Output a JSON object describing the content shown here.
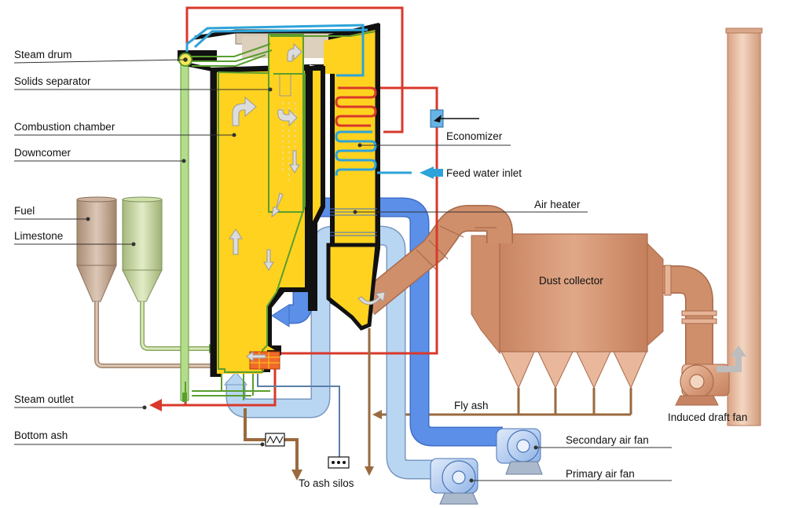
{
  "labels": {
    "steam_drum": "Steam drum",
    "solids_separator": "Solids separator",
    "combustion_chamber": "Combustion chamber",
    "downcomer": "Downcomer",
    "fuel": "Fuel",
    "limestone": "Limestone",
    "steam_outlet": "Steam outlet",
    "bottom_ash": "Bottom ash",
    "to_ash_silos": "To ash silos",
    "economizer": "Economizer",
    "feed_water_inlet": "Feed water inlet",
    "air_heater": "Air heater",
    "dust_collector": "Dust collector",
    "fly_ash": "Fly ash",
    "secondary_air_fan": "Secondary air  fan",
    "primary_air_fan": "Primary air  fan",
    "induced_draft_fan": "Induced draft fan"
  },
  "colors": {
    "furnace_fill": "#ffd21f",
    "furnace_outline": "#111111",
    "water_tube_green": "#5a9e2e",
    "downcomer_light_green": "#b4dc8c",
    "steam_line_red": "#d9382b",
    "cold_air_light_blue": "#b8d6f2",
    "secondary_air_blue": "#5b8fe8",
    "flue_duct_copper": "#cf8a62",
    "ash_brown": "#9a6a3e",
    "stack_tan": "#e8c0a4"
  }
}
